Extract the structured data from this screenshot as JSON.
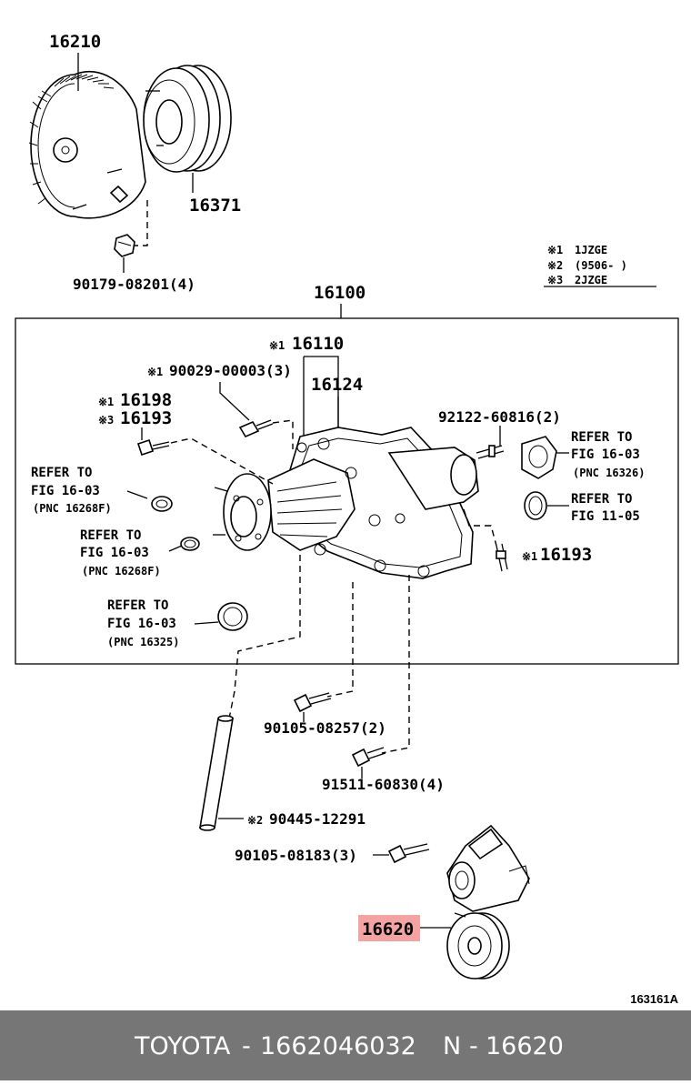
{
  "labels": {
    "p16210": "16210",
    "p16371": "16371",
    "p90179": "90179-08201(4)",
    "p16100": "16100",
    "p16110": "16110",
    "p90029": "90029-00003(3)",
    "p16124": "16124",
    "p16198": "16198",
    "p16193a": "16193",
    "p92122": "92122-60816(2)",
    "p16193b": "16193",
    "p90105a": "90105-08257(2)",
    "p91511": "91511-60830(4)",
    "p90445": "90445-12291",
    "p90105b": "90105-08183(3)",
    "p16620": "16620"
  },
  "marks": {
    "m1": "※1",
    "m2": "※2",
    "m3": "※3"
  },
  "refs": [
    {
      "l1": "REFER TO",
      "l2": "FIG 16-03",
      "l3": "(PNC 16268F)"
    },
    {
      "l1": "REFER TO",
      "l2": "FIG 16-03",
      "l3": "(PNC 16268F)"
    },
    {
      "l1": "REFER TO",
      "l2": "FIG 16-03",
      "l3": "(PNC 16325)"
    },
    {
      "l1": "REFER TO",
      "l2": "FIG 16-03",
      "l3": "(PNC 16326)"
    },
    {
      "l1": "REFER TO",
      "l2": "FIG 11-05"
    }
  ],
  "legend": [
    {
      "mark": "※1",
      "text": "1JZGE"
    },
    {
      "mark": "※2",
      "text": "(9506-     )"
    },
    {
      "mark": "※3",
      "text": "2JZGE"
    }
  ],
  "catalog_code": "163161A",
  "highlight_color": "#f4a3a3",
  "footer": {
    "brand": "TOYOTA",
    "sep1": "-",
    "part_number": "1662046032",
    "prefix": "N",
    "sep2": "-",
    "pnc": "16620"
  }
}
